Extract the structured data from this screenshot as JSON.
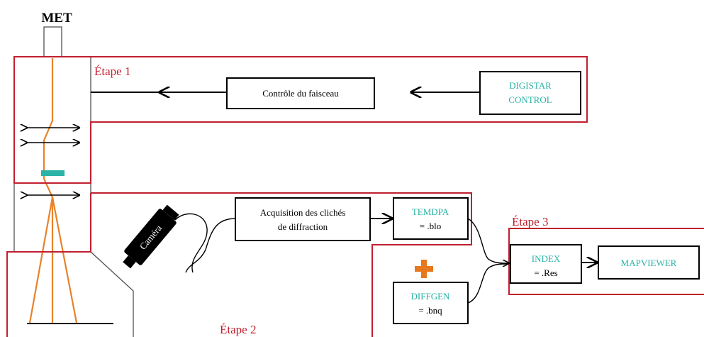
{
  "microscope": {
    "label": "MET"
  },
  "stages": {
    "stage1": "Étape 1",
    "stage2": "Étape 2",
    "stage3": "Étape 3"
  },
  "boxes": {
    "beam_control": "Contrôle du faisceau",
    "digistar_line1": "DIGISTAR",
    "digistar_line2": "CONTROL",
    "acquisition_line1": "Acquisition des clichés",
    "acquisition_line2": "de diffraction",
    "temdpa_name": "TEMDPA",
    "temdpa_ext": "= .blo",
    "diffgen_name": "DIFFGEN",
    "diffgen_ext": "= .bnq",
    "index_name": "INDEX",
    "index_ext": "= .Res",
    "mapviewer_name": "MAPVIEWER"
  },
  "camera": {
    "label": "Caméra"
  },
  "colors": {
    "frame_red": "#c0202f",
    "teal_text": "#2ab3a6",
    "beam_orange": "#e8822a",
    "plus_orange": "#e8781c",
    "teal_marker": "#2ab3a6"
  }
}
